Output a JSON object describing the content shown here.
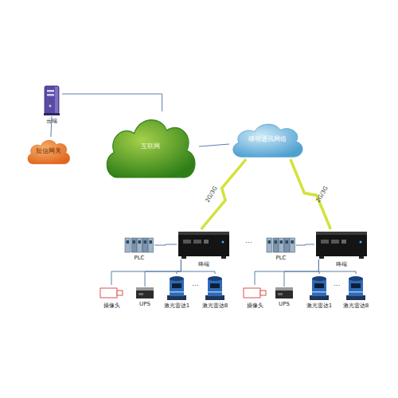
{
  "diagram": {
    "nodes": [
      {
        "text": [
          "云端"
        ]
      },
      {
        "text": [
          "短信网关"
        ]
      },
      {
        "text": [
          "互联网"
        ]
      },
      {
        "text": [
          "移动通讯网络"
        ]
      },
      {
        "text": [
          "PLC"
        ]
      },
      {
        "text": [
          "终端"
        ]
      },
      {
        "text": [
          "摄像头"
        ]
      },
      {
        "text": [
          "UPS"
        ]
      },
      {
        "text": [
          "激光雷达1"
        ]
      },
      {
        "text": [
          "激光雷达8"
        ]
      },
      {
        "text": [
          "PLC"
        ]
      },
      {
        "text": [
          "终端"
        ]
      },
      {
        "text": [
          "摄像头"
        ]
      },
      {
        "text": [
          "UPS"
        ]
      },
      {
        "text": [
          "激光雷达1"
        ]
      },
      {
        "text": [
          "激光雷达8"
        ]
      }
    ],
    "edges": [
      {
        "from": 0,
        "to": 2,
        "arrow": "none"
      },
      {
        "from": 0,
        "to": 1,
        "arrow": "none"
      },
      {
        "from": 2,
        "to": 3,
        "arrow": "none"
      },
      {
        "from": 3,
        "to": 5,
        "label": "2G/3G",
        "arrow": "none"
      },
      {
        "from": 3,
        "to": 11,
        "label": "2G/3G",
        "arrow": "none"
      },
      {
        "from": 5,
        "to": 4,
        "arrow": "none"
      },
      {
        "from": 5,
        "to": 6,
        "arrow": "none"
      },
      {
        "from": 5,
        "to": 7,
        "arrow": "none"
      },
      {
        "from": 5,
        "to": 8,
        "arrow": "none"
      },
      {
        "from": 5,
        "to": 9,
        "arrow": "none"
      },
      {
        "from": 11,
        "to": 10,
        "arrow": "none"
      },
      {
        "from": 11,
        "to": 12,
        "arrow": "none"
      },
      {
        "from": 11,
        "to": 13,
        "arrow": "none"
      },
      {
        "from": 11,
        "to": 14,
        "arrow": "none"
      },
      {
        "from": 11,
        "to": 15,
        "arrow": "none"
      }
    ],
    "labels": [
      "...",
      "...",
      "..."
    ]
  }
}
